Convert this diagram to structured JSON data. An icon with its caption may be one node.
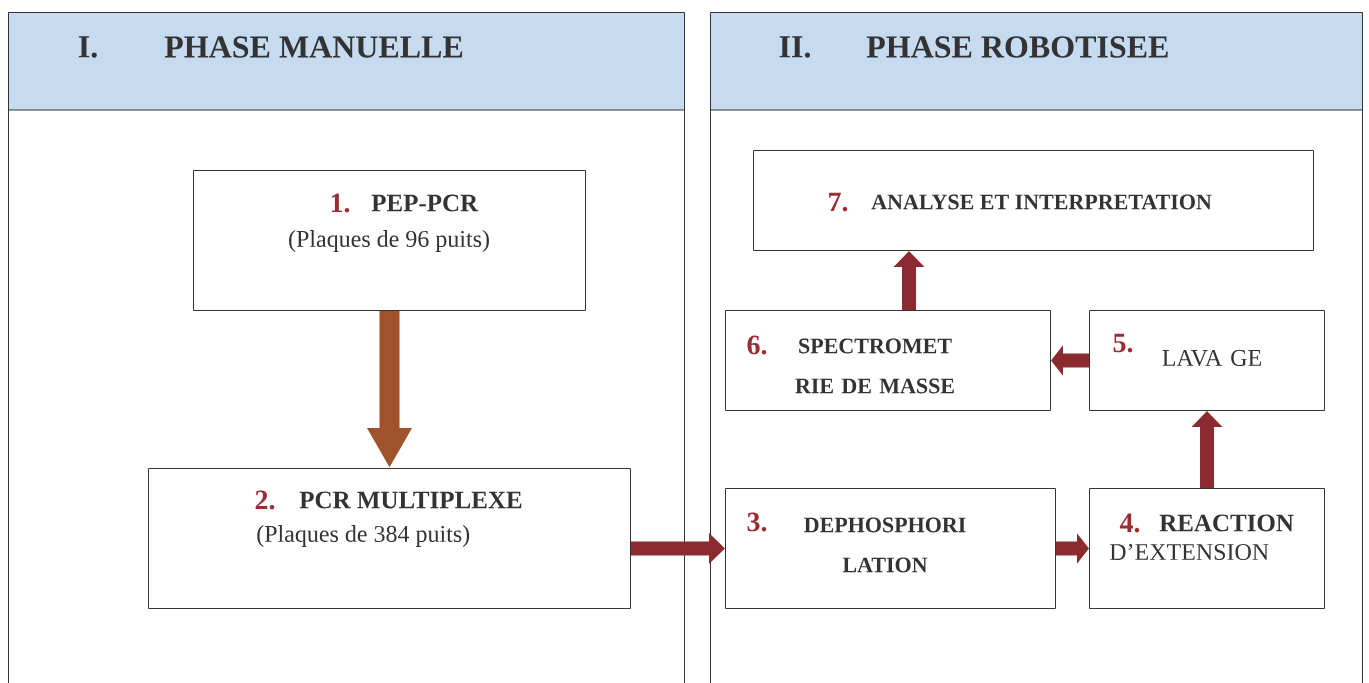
{
  "diagram": {
    "nodes": [
      {
        "text": [
          "I.",
          "PHASE MANUELLE"
        ]
      },
      {
        "text": [
          "II.",
          "PHASE ROBOTISEE"
        ]
      },
      {
        "text": [
          "1.",
          "PEP-PCR",
          "(Plaques de 96 puits)"
        ],
        "in": 0
      },
      {
        "text": [
          "2.",
          "PCR MULTIPLEXE",
          "(Plaques de 384 puits)"
        ],
        "in": 0
      },
      {
        "text": [
          "3.",
          "DEPHOSPHORI LATION"
        ],
        "in": 1
      },
      {
        "text": [
          "4.",
          "REACTION",
          "D’EXTENSION"
        ],
        "in": 1
      },
      {
        "text": [
          "5.",
          "LAVA GE"
        ],
        "in": 1
      },
      {
        "text": [
          "6.",
          "SPECTROMET RIE DE MASSE"
        ],
        "in": 1
      },
      {
        "text": [
          "7.",
          "ANALYSE ET INTERPRETATION"
        ],
        "in": 1
      }
    ],
    "edges": [
      {
        "from": 2,
        "to": 3,
        "arrow": "to",
        "color": "#a0522d"
      },
      {
        "from": 3,
        "to": 4,
        "arrow": "to"
      },
      {
        "from": 4,
        "to": 5,
        "arrow": "to"
      },
      {
        "from": 5,
        "to": 6,
        "arrow": "to"
      },
      {
        "from": 6,
        "to": 7,
        "arrow": "to"
      },
      {
        "from": 7,
        "to": 8,
        "arrow": "to"
      }
    ]
  }
}
